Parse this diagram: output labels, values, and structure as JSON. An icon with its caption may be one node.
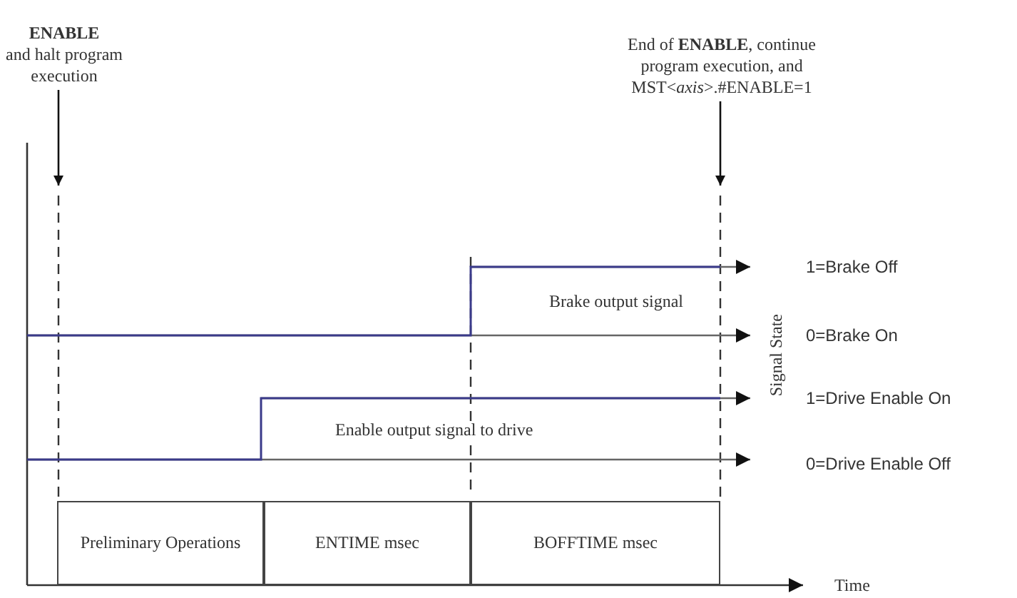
{
  "diagram": {
    "nodes": [
      {
        "text": [
          "ENABLE",
          "and halt program execution"
        ]
      },
      {
        "text": [
          "End of **ENABLE**, continue program execution, and MST<*axis*>.#ENABLE=1"
        ]
      },
      {
        "text": [
          "Preliminary Operations"
        ]
      },
      {
        "text": [
          "ENTIME msec"
        ]
      },
      {
        "text": [
          "BOFFTIME msec"
        ]
      }
    ],
    "edges": [
      {
        "from": 0,
        "to": null,
        "arrow": "to"
      },
      {
        "from": 1,
        "to": null,
        "arrow": "to"
      }
    ],
    "labels": [
      "1=Brake Off",
      "Brake output signal",
      "0=Brake On",
      "Signal State",
      "1=Drive Enable On",
      "Enable output signal to drive",
      "0=Drive Enable Off",
      "Time"
    ]
  }
}
